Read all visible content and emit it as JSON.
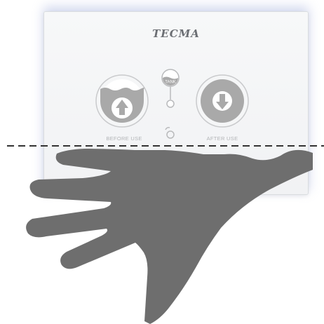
{
  "panel": {
    "brand": "TECMA",
    "tank_label": "TANK",
    "before_label": "BEFORE USE",
    "after_label": "AFTER USE"
  },
  "icons": {
    "before_button": "arrow-up-water-icon",
    "after_button": "arrow-down-icon",
    "tank_indicator": "tank-level-icon",
    "sensor": "sensor-dot-icon",
    "hand": "hand-icon"
  },
  "colors": {
    "button_fill": "#a9a9a9",
    "hand_fill": "#6e6e6e",
    "dashed_line": "#333333",
    "panel_glow": "#96a5d7"
  }
}
